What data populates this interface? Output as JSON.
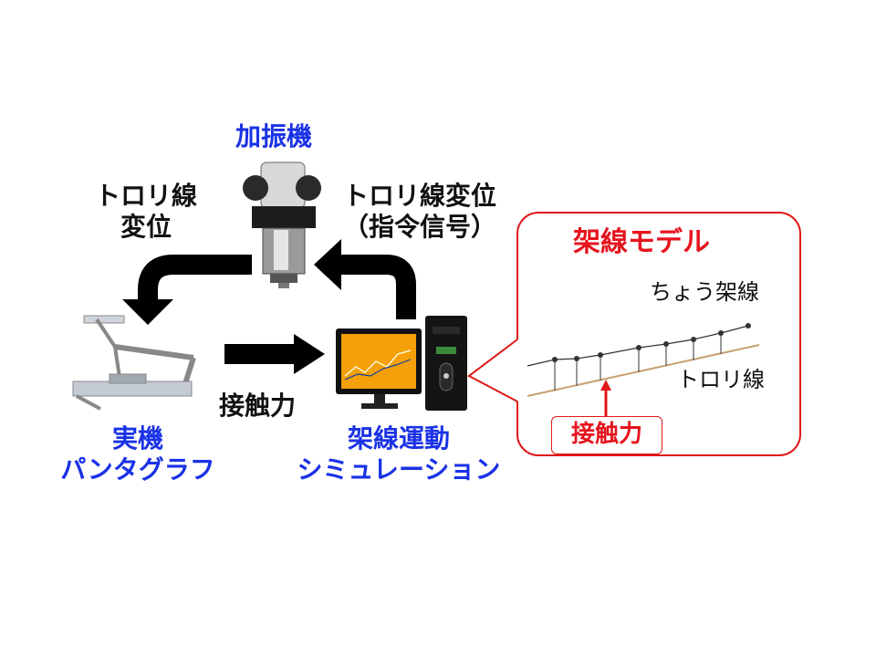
{
  "shaker": {
    "label": "加振機"
  },
  "left_top_label": {
    "line1": "トロリ線",
    "line2": "変位"
  },
  "right_top_label": {
    "line1": "トロリ線変位",
    "line2": "（指令信号）"
  },
  "middle_label": "接触力",
  "pantograph": {
    "line1": "実機",
    "line2": "パンタグラフ"
  },
  "simulation": {
    "line1": "架線運動",
    "line2": "シミュレーション"
  },
  "model": {
    "title": "架線モデル",
    "messenger_wire": "ちょう架線",
    "trolley_wire": "トロリ線",
    "contact_force": "接触力"
  },
  "colors": {
    "blue": "#1a32e6",
    "red": "#e6141e",
    "arrow": "#000000",
    "wire": "#c8a070"
  }
}
